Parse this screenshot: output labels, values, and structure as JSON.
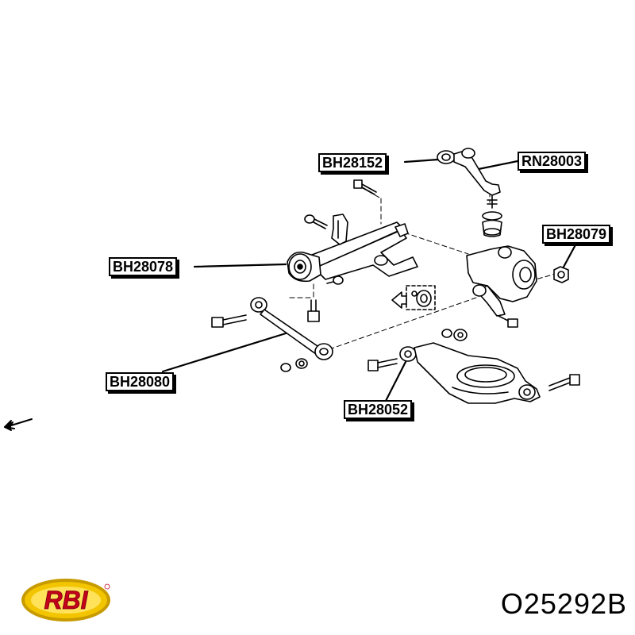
{
  "callouts": [
    {
      "id": "bh28152",
      "text": "BH28152"
    },
    {
      "id": "rn28003",
      "text": "RN28003"
    },
    {
      "id": "bh28079",
      "text": "BH28079"
    },
    {
      "id": "bh28078",
      "text": "BH28078"
    },
    {
      "id": "bh28080",
      "text": "BH28080"
    },
    {
      "id": "bh28052",
      "text": "BH28052"
    }
  ],
  "part_number": "O25292B",
  "brand": {
    "name": "RBI",
    "colors": {
      "text": "#c4001a",
      "ring": "#f2c500",
      "ring_dark": "#c79a00"
    }
  },
  "icons": [
    "direction-arrow-icon",
    "front-arrow-icon"
  ]
}
